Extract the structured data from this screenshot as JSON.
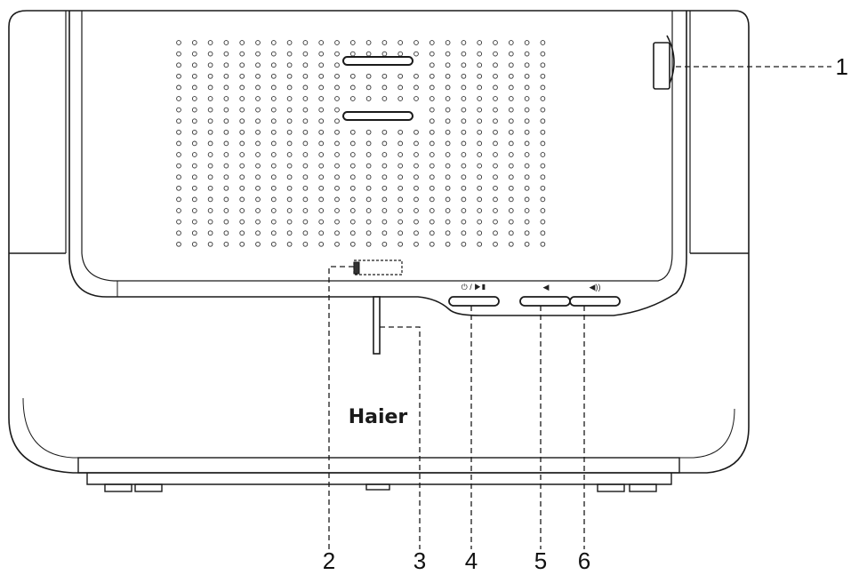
{
  "brand": {
    "logo_text": "Haier"
  },
  "buttons": {
    "power_play_symbol": "⏻ / ▶▮",
    "volume_down_symbol": "◀",
    "volume_up_symbol": "◀))"
  },
  "callouts": [
    {
      "id": "1",
      "label": "1"
    },
    {
      "id": "2",
      "label": "2"
    },
    {
      "id": "3",
      "label": "3"
    },
    {
      "id": "4",
      "label": "4"
    },
    {
      "id": "5",
      "label": "5"
    },
    {
      "id": "6",
      "label": "6"
    }
  ],
  "colors": {
    "stroke": "#1a1a1a",
    "background": "#ffffff"
  }
}
